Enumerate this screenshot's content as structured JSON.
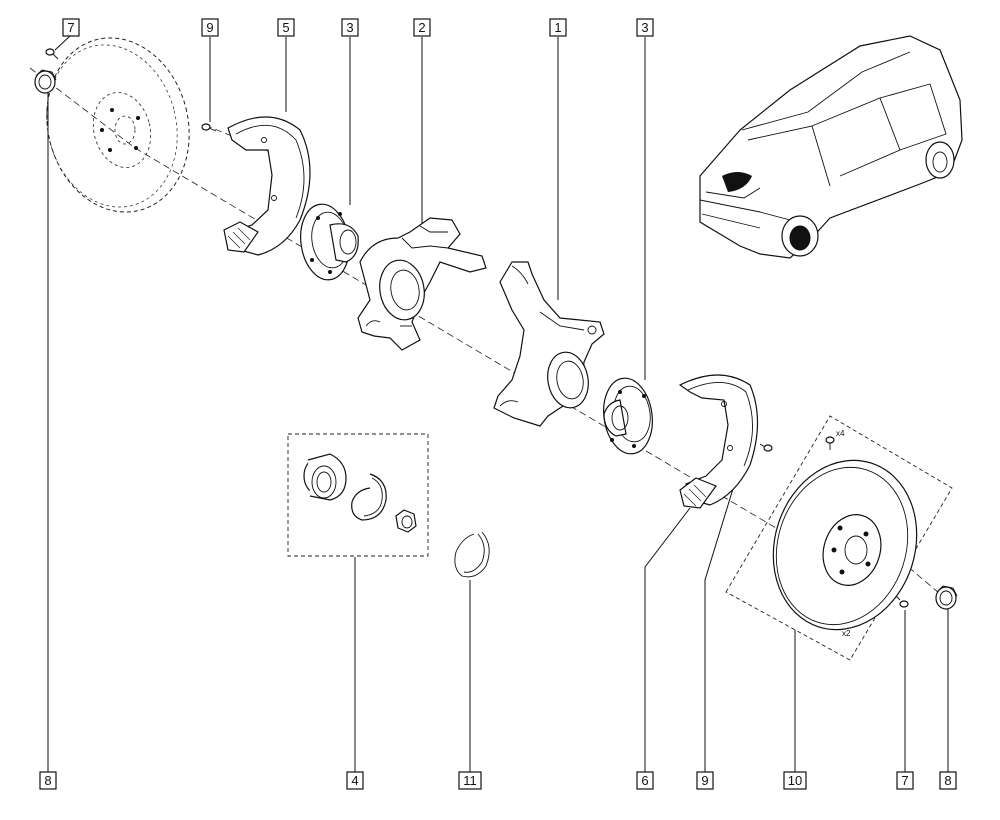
{
  "callouts": {
    "top_7": "7",
    "top_9": "9",
    "top_5": "5",
    "top_3a": "3",
    "top_2": "2",
    "top_1": "1",
    "top_3b": "3",
    "bottom_8a": "8",
    "bottom_4": "4",
    "bottom_11": "11",
    "bottom_6": "6",
    "bottom_9": "9",
    "bottom_10": "10",
    "bottom_7": "7",
    "bottom_8b": "8"
  },
  "notes": {
    "screws_qty": "x4",
    "discs_qty": "x2"
  }
}
